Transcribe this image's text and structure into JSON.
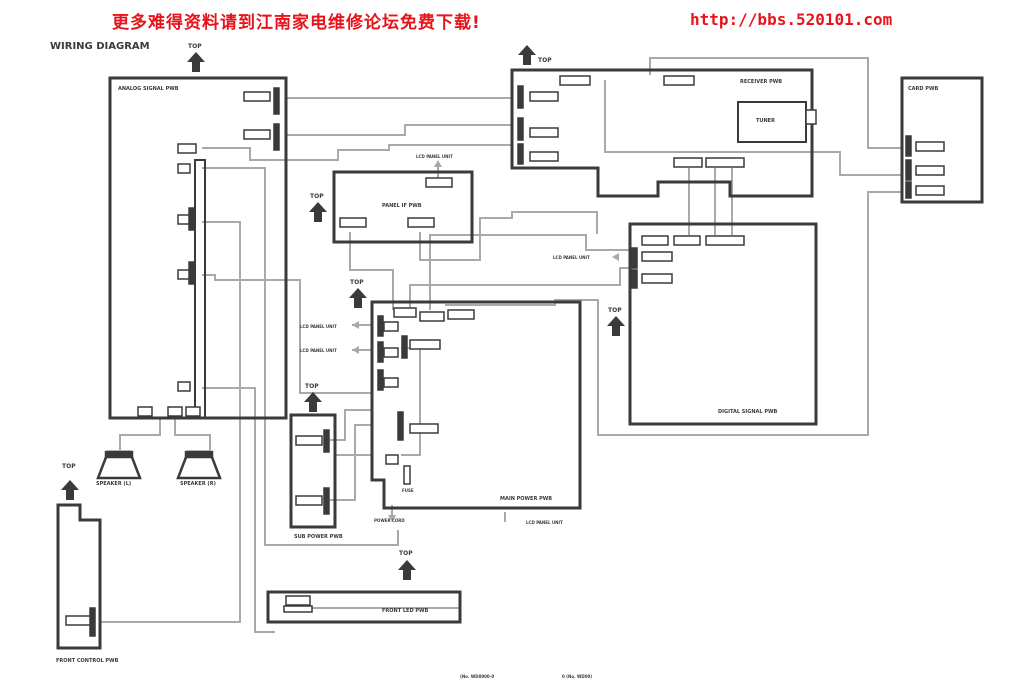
{
  "banner": {
    "chinese_text": "更多难得资料请到江南家电维修论坛免费下载!",
    "url": "http://bbs.520101.com",
    "color": "#e8141b"
  },
  "diagram": {
    "title": "WIRING DIAGRAM",
    "top_marker": "TOP",
    "boards": {
      "analog_signal": "ANALOG SIGNAL PWB",
      "receiver": "RECEIVER PWB",
      "card": "CARD PWB",
      "panel": "PANEL IF PWB",
      "digital_signal": "DIGITAL SIGNAL PWB",
      "main_power": "MAIN POWER PWB",
      "sub_power": "SUB POWER PWB",
      "front_led": "FRONT LED PWB",
      "front_control": "FRONT CONTROL PWB",
      "tuner": "TUNER",
      "speaker_l": "SPEAKER (L)",
      "speaker_r": "SPEAKER (R)"
    },
    "notes": {
      "lcd_panel_unit_1": "LCD PANEL UNIT",
      "lcd_panel_unit_2": "LCD PANEL UNIT",
      "lcd_panel_unit_3": "LCD PANEL UNIT",
      "lcd_panel_unit_4": "LCD PANEL UNIT",
      "lcd_panel_unit_5": "LCD PANEL UNIT",
      "power_cord": "POWER CORD",
      "fuse_label": "FUSE",
      "footer_left": "(No. WD0000-0",
      "footer_right": "0 (No. WD00)"
    },
    "line_color": "#a9a9a9",
    "box_color": "#3a3a3a"
  }
}
